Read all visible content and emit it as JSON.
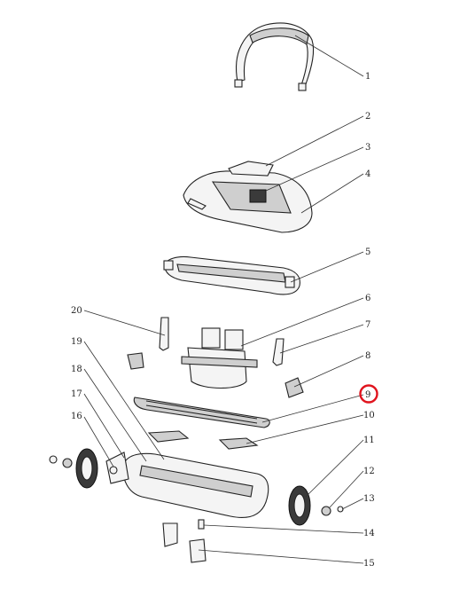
{
  "diagram": {
    "highlight_color": "#e0141e",
    "callouts": [
      {
        "id": "c1",
        "label": "1"
      },
      {
        "id": "c2",
        "label": "2"
      },
      {
        "id": "c3",
        "label": "3"
      },
      {
        "id": "c4",
        "label": "4"
      },
      {
        "id": "c5",
        "label": "5"
      },
      {
        "id": "c6",
        "label": "6"
      },
      {
        "id": "c7",
        "label": "7"
      },
      {
        "id": "c8",
        "label": "8"
      },
      {
        "id": "c9",
        "label": "9"
      },
      {
        "id": "c10",
        "label": "10"
      },
      {
        "id": "c11",
        "label": "11"
      },
      {
        "id": "c12",
        "label": "12"
      },
      {
        "id": "c13",
        "label": "13"
      },
      {
        "id": "c14",
        "label": "14"
      },
      {
        "id": "c15",
        "label": "15"
      },
      {
        "id": "c16",
        "label": "16"
      },
      {
        "id": "c17",
        "label": "17"
      },
      {
        "id": "c18",
        "label": "18"
      },
      {
        "id": "c19",
        "label": "19"
      },
      {
        "id": "c20",
        "label": "20"
      }
    ]
  }
}
